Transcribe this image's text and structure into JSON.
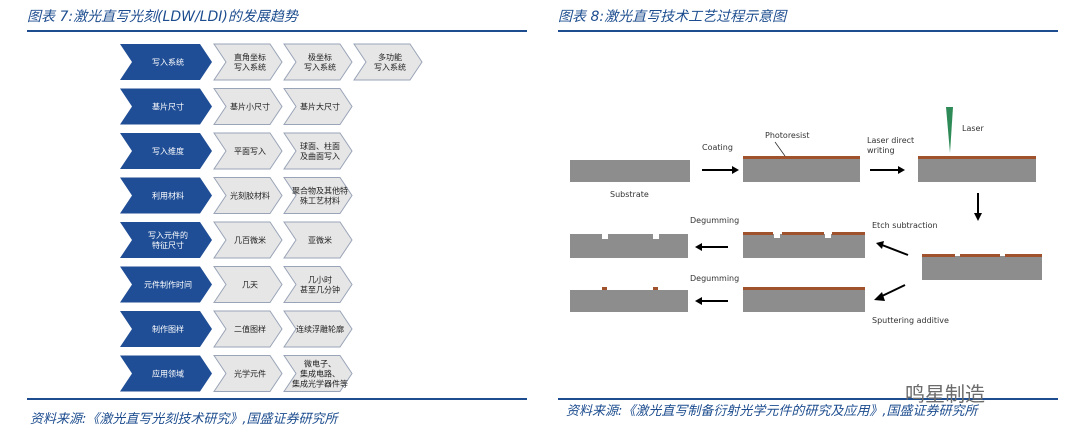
{
  "left_figure": {
    "title": "图表 7:激光直写光刻(LDW/LDI)的发展趋势",
    "rows": [
      {
        "header": "写入系统",
        "cells": [
          "直角坐标\n写入系统",
          "极坐标\n写入系统",
          "多功能\n写入系统"
        ]
      },
      {
        "header": "基片尺寸",
        "cells": [
          "基片小尺寸",
          "基片大尺寸"
        ]
      },
      {
        "header": "写入维度",
        "cells": [
          "平面写入",
          "球面、柱面\n及曲面写入"
        ]
      },
      {
        "header": "利用材料",
        "cells": [
          "光刻胶材料",
          "聚合物及其他特\n殊工艺材料"
        ]
      },
      {
        "header": "写入元件的\n特征尺寸",
        "cells": [
          "几百微米",
          "亚微米"
        ]
      },
      {
        "header": "元件制作时间",
        "cells": [
          "几天",
          "几小时\n甚至几分钟"
        ]
      },
      {
        "header": "制作图样",
        "cells": [
          "二值图样",
          "连续浮雕轮廓"
        ]
      },
      {
        "header": "应用领域",
        "cells": [
          "光学元件",
          "微电子、\n集成电路、\n集成光学器件等"
        ]
      }
    ],
    "source": "资料来源:《激光直写光刻技术研究》,国盛证券研究所"
  },
  "right_figure": {
    "title": "图表 8:激光直写技术工艺过程示意图",
    "labels": {
      "coating": "Coating",
      "photoresist": "Photoresist",
      "laser_direct": "Laser direct",
      "writing": "writing",
      "laser": "Laser",
      "substrate": "Substrate",
      "degumming_1": "Degumming",
      "degumming_2": "Degumming",
      "etch_subtraction": "Etch subtraction",
      "sputtering_additive": "Sputtering additive"
    },
    "source": "资料来源:《激光直写制备衍射光学元件的研究及应用》,国盛证券研究所"
  },
  "watermark": "鸣星制造",
  "colors": {
    "accent": "#1d4d8f",
    "chevron_dark": "#1f4e96",
    "chevron_light": "#e6e6e6",
    "substrate": "#8d8d8d",
    "resist": "#a0522d"
  }
}
